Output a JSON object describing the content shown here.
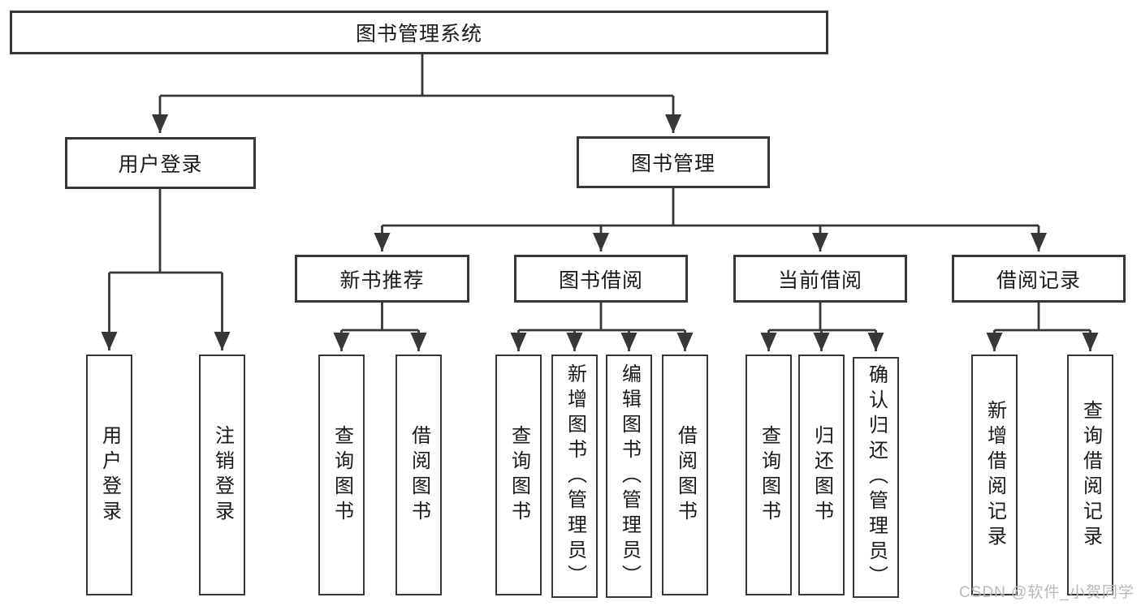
{
  "nodes": {
    "root": "图书管理系统",
    "user_login": "用户登录",
    "book_management": "图书管理",
    "login": "用户登录",
    "logout": "注销登录",
    "new_book_recommend": "新书推荐",
    "book_borrowing": "图书借阅",
    "current_borrowing": "当前借阅",
    "borrowing_records": "借阅记录",
    "nb_query_books": "查询图书",
    "nb_borrow_books": "借阅图书",
    "bb_query_books": "查询图书",
    "bb_add_books": "新增图书（管理员）",
    "bb_edit_books": "编辑图书（管理员）",
    "bb_borrow_books": "借阅图书",
    "cb_query_books": "查询图书",
    "cb_return_books": "归还图书",
    "cb_confirm_return": "确认归还（管理员）",
    "br_add_record": "新增借阅记录",
    "br_query_record": "查询借阅记录"
  },
  "watermark": "CSDN @软件_小贺同学",
  "colors": {
    "line": "#373737",
    "text": "#1a1a1a",
    "background": "#ffffff",
    "watermark": "#b9b9b9"
  }
}
